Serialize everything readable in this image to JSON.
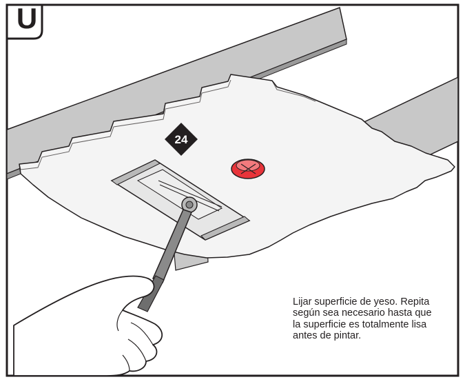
{
  "step_letter": "U",
  "step_badge": "24",
  "instruction": "Lijar superficie de yeso. Repita según sea necesario hasta que la superficie es totalmente lisa antes de pintar.",
  "colors": {
    "outline": "#231f20",
    "beam": "#c8c8c8",
    "patch": "#f4f4f4",
    "sprinkler": "#e8343a",
    "badge": "#231f20",
    "pad": "#b9b9b9",
    "handle": "#8a8a8a"
  },
  "icons": [
    "ceiling-beam-icon",
    "drywall-patch-icon",
    "sprinkler-head-icon",
    "pole-sander-icon",
    "hand-icon",
    "step-badge-icon"
  ]
}
